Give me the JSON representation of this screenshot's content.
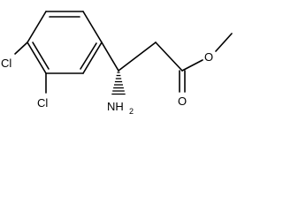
{
  "molecule": {
    "atoms": {
      "cl_left": "Cl",
      "cl_bottom": "Cl",
      "amine_n": "NH",
      "amine_h_count": "2",
      "carbonyl_o": "O",
      "ester_o": "O"
    },
    "stereo_bond": "hashed-wedge",
    "line_color": "#000000",
    "background": "#ffffff"
  }
}
